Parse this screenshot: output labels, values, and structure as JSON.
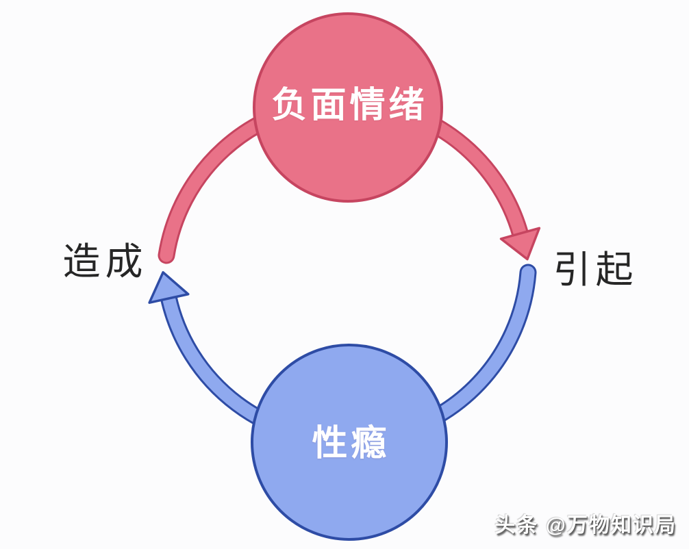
{
  "diagram": {
    "type": "cycle",
    "background_color": "#fcfcfd",
    "nodes": [
      {
        "id": "negative-emotions",
        "label": "负面情绪",
        "fill": "#e97288",
        "border": "#c64560",
        "text_color": "#ffffff",
        "position": "top"
      },
      {
        "id": "sex-addiction",
        "label": "性瘾",
        "fill": "#8fa9ef",
        "border": "#2e4ca5",
        "text_color": "#ffffff",
        "position": "bottom"
      }
    ],
    "edges": [
      {
        "from": "负面情绪",
        "to": "性瘾",
        "label": "引起",
        "side": "right",
        "direction": "down",
        "color": "#e97288",
        "outline": "#c64560"
      },
      {
        "from": "性瘾",
        "to": "负面情绪",
        "label": "造成",
        "side": "left",
        "direction": "up",
        "color": "#8fa9ef",
        "outline": "#2e4ca5"
      }
    ],
    "edge_label_color": "#262626"
  },
  "watermark": {
    "text": "头条 @万物知识局"
  }
}
